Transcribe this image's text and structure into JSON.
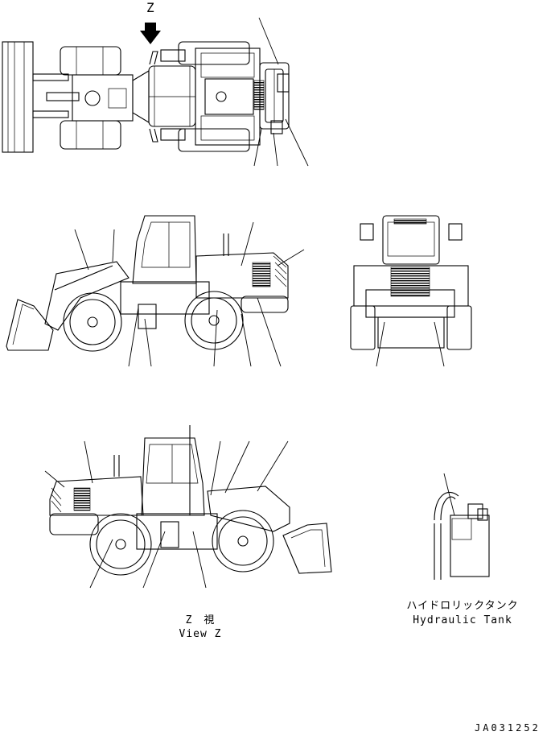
{
  "labels": {
    "view_letter": "Z",
    "view_z_jp": "Z　視",
    "view_z_en": "View Z",
    "tank_jp": "ハイドロリックタンク",
    "tank_en": "Hydraulic Tank",
    "drawing_no": "JA031252"
  }
}
